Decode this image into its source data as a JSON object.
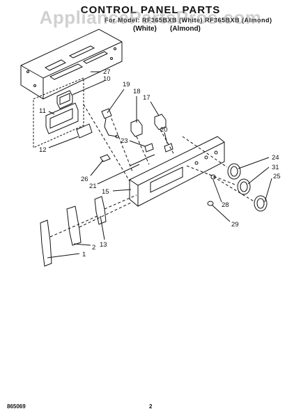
{
  "header": {
    "title": "CONTROL PANEL PARTS",
    "subtitle": "For Model: RF365BXB (White) RF365BXB (Almond)",
    "variant_white": "(White)",
    "variant_almond": "(Almond)"
  },
  "watermark": "AppliancePartsPros.com",
  "callouts": [
    {
      "id": "27",
      "label": "27"
    },
    {
      "id": "10",
      "label": "10"
    },
    {
      "id": "19",
      "label": "19"
    },
    {
      "id": "18",
      "label": "18"
    },
    {
      "id": "17",
      "label": "17"
    },
    {
      "id": "11",
      "label": "11"
    },
    {
      "id": "20",
      "label": "20"
    },
    {
      "id": "23",
      "label": "23"
    },
    {
      "id": "12",
      "label": "12"
    },
    {
      "id": "24",
      "label": "24"
    },
    {
      "id": "31",
      "label": "31"
    },
    {
      "id": "26",
      "label": "26"
    },
    {
      "id": "25",
      "label": "25"
    },
    {
      "id": "21",
      "label": "21"
    },
    {
      "id": "15",
      "label": "15"
    },
    {
      "id": "28",
      "label": "28"
    },
    {
      "id": "29",
      "label": "29"
    },
    {
      "id": "13",
      "label": "13"
    },
    {
      "id": "2",
      "label": "2"
    },
    {
      "id": "1",
      "label": "1"
    }
  ],
  "footer": {
    "code": "865069",
    "page_number": "2"
  }
}
